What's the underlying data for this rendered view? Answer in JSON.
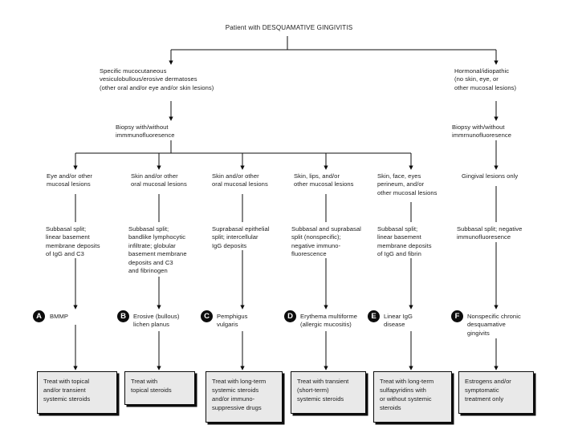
{
  "chart_data": {
    "type": "diagram",
    "title": "Patient with DESQUAMATIVE GINGIVITIS",
    "diagram_kind": "clinical-decision-flowchart",
    "orientation": "top-down"
  },
  "root": {
    "label": "Patient with DESQUAMATIVE GINGIVITIS"
  },
  "branches": [
    {
      "id": "left",
      "label": "Specific mucocutaneous\nvesiculobullous/erosive dermatoses\n(other oral and/or eye and/or skin lesions)",
      "biopsy": "Biopsy with/without\n  immmunofluoresence"
    },
    {
      "id": "right",
      "label": "Hormonal/idiopathic\n(no skin, eye, or\nother mucosal lesions)",
      "biopsy": "Biopsy with/without\n  immrnunofluoresence"
    }
  ],
  "columns": [
    {
      "letter": "A",
      "lesions": "Eye and/or other\nmucosal lesions",
      "histology": "Subbasal split;\nlinear basement\nmembrane deposits\nof IgG and C3",
      "diagnosis": "BMMP",
      "treatment": "Treat with topical\nand/or transient\nsystemic steroids"
    },
    {
      "letter": "B",
      "lesions": "Skin and/or other\noral mucosal lesions",
      "histology": "Subbasal split;\nbandlike lymphocytic\ninfiltrate; globular\nbasement membrane\ndeposits and C3\nand fibrinogen",
      "diagnosis": "Erosive (bullous)\nlichen planus",
      "treatment": "Treat with\ntopical steroids"
    },
    {
      "letter": "C",
      "lesions": "Skin and/or other\noral mucosal lesions",
      "histology": "Suprabasal epithelial\nsplit; intercellular\nIgG deposits",
      "diagnosis": "Pemphigus\nvulgaris",
      "treatment": "Treat with long-term\nsystemic steroids\nand/or immuno-\nsuppressive drugs"
    },
    {
      "letter": "D",
      "lesions": "Skin, lips, and/or\nother mucosal lesions",
      "histology": "Subbasal and suprabasal\nsplit (nonspecific);\nnegative immuno-\nfluorescence",
      "diagnosis": "Erythema multiforme\n(allergic mucositis)",
      "treatment": "Treat with transient\n(short-term)\nsystemic steroids"
    },
    {
      "letter": "E",
      "lesions": "Skin, face, eyes\nperineum, and/or\nother mucosal lesions",
      "histology": "Subbasal split;\nlinear basement\nmembrane deposits\nof IgG and fibrin",
      "diagnosis": "Linear IgG\ndisease",
      "treatment": "Treat with long-term\nsulfapyridins with\nor without systemic\nsteroids"
    },
    {
      "letter": "F",
      "lesions": "Gingival lesions only",
      "histology": "Subbasal split; negative\nimmunofluoresence",
      "diagnosis": "Nonspecific chronic\ndesquamative\ngingivits",
      "treatment": "Estrogens and/or\nsymptomatic\ntreatment only"
    }
  ],
  "colors": {
    "line": "#0d0d0d",
    "box_fill": "#e9e9e9",
    "box_border": "#0d0d0d",
    "bullet_fill": "#0d0d0d",
    "bullet_text": "#ffffff",
    "text": "#1c1c1c",
    "background": "#ffffff"
  }
}
